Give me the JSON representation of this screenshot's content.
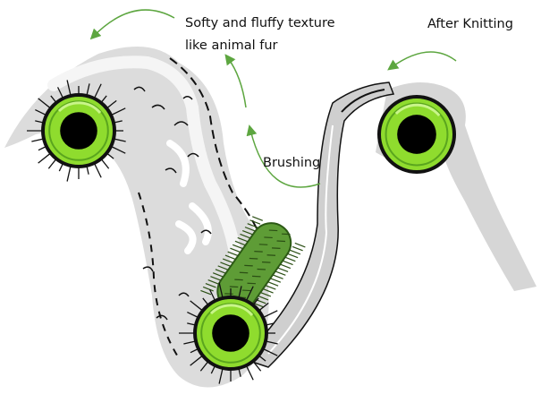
{
  "labels": {
    "fur_line1": "Softy and fluffy texture",
    "fur_line2": "like animal fur",
    "brushing": "Brushing",
    "after_knitting": "After Knitting"
  },
  "colors": {
    "roller_green": "#8fdc2e",
    "roller_ring": "#5aa51e",
    "roller_core": "#000000",
    "fabric_gray": "#d8d8d8",
    "fabric_white": "#ffffff",
    "bristle_green": "#5e9c36",
    "arrow_green": "#5da640",
    "outline": "#111111"
  },
  "icons": {
    "roller": "roller-icon",
    "brush_roller": "brush-roller-icon",
    "arrow": "curved-arrow-icon"
  }
}
